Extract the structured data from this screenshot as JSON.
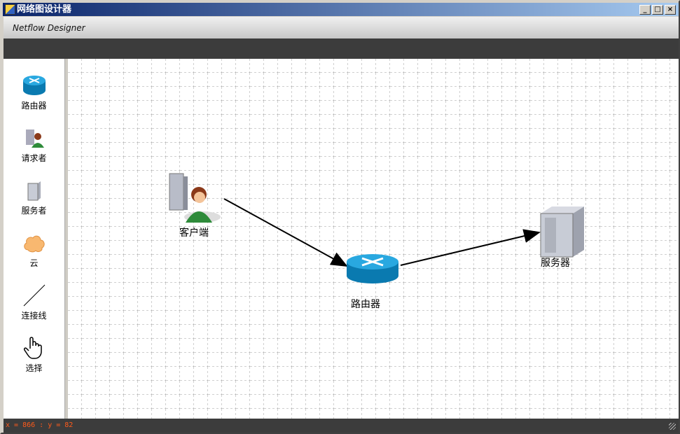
{
  "window": {
    "title": "网络图设计器",
    "minimize": "_",
    "maximize": "□",
    "close": "×"
  },
  "header": {
    "app_name": "Netflow Designer"
  },
  "toolbox": [
    {
      "label": "路由器",
      "icon": "router-icon"
    },
    {
      "label": "请求者",
      "icon": "requester-icon"
    },
    {
      "label": "服务者",
      "icon": "server-icon"
    },
    {
      "label": "云",
      "icon": "cloud-icon"
    },
    {
      "label": "连接线",
      "icon": "line-icon"
    },
    {
      "label": "选择",
      "icon": "hand-pointer-icon"
    }
  ],
  "canvas": {
    "nodes": [
      {
        "label": "客户端",
        "type": "requester"
      },
      {
        "label": "路由器",
        "type": "router"
      },
      {
        "label": "服务器",
        "type": "server"
      }
    ]
  },
  "status": {
    "coords": "x = 866 : y = 82"
  },
  "colors": {
    "status_text": "#ff5a1a",
    "title_bar": "#0a246a"
  }
}
